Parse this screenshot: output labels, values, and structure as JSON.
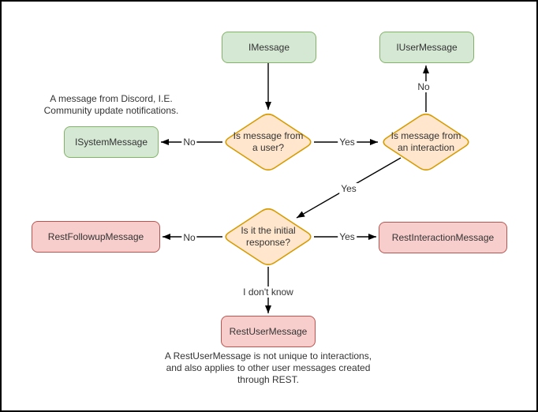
{
  "palette": {
    "background": "#ffffff",
    "frame_border": "#000000",
    "green_fill": "#d5e8d4",
    "green_stroke": "#82b366",
    "orange_fill": "#ffe6cc",
    "orange_stroke": "#d79b00",
    "red_fill": "#f8cecc",
    "red_stroke": "#b85450",
    "edge_color": "#000000",
    "text_color": "#333333"
  },
  "nodes": {
    "imessage": "IMessage",
    "iusermessage": "IUserMessage",
    "isystemmessage": "ISystemMessage",
    "restfollowupmessage": "RestFollowupMessage",
    "restinteractionmessage": "RestInteractionMessage",
    "restusermessage": "RestUserMessage"
  },
  "decisions": {
    "is_from_user": "Is message from\na user?",
    "is_from_interaction": "Is message from\nan interaction",
    "is_initial_response": "Is it the initial\nresponse?"
  },
  "edge_labels": {
    "user_no": "No",
    "user_yes": "Yes",
    "interaction_no": "No",
    "interaction_yes": "Yes",
    "initial_no": "No",
    "initial_yes": "Yes",
    "initial_unknown": "I don't know"
  },
  "notes": {
    "system_message_note": "A message from Discord, I.E.\nCommunity update notifications.",
    "rest_user_message_note": "A RestUserMessage is not unique to interactions,\nand also applies to other user messages created\nthrough REST."
  }
}
